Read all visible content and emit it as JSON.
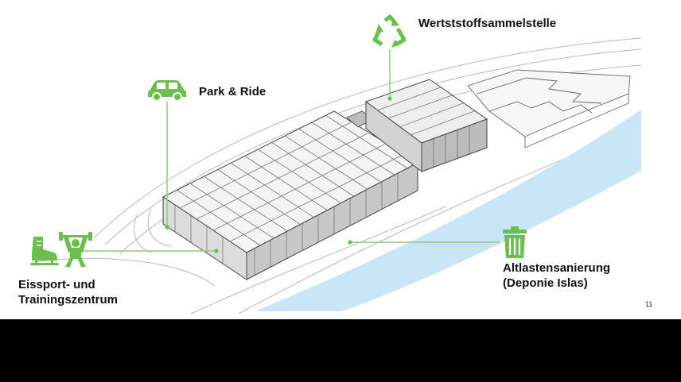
{
  "labels": {
    "recycling": "Wertststoffsammelstelle",
    "park_ride": "Park & Ride",
    "sport_line1": "Eissport- und",
    "sport_line2": "Trainingszentrum",
    "landfill_line1": "Altlastensanierung",
    "landfill_line2": "(Deponie Islas)"
  },
  "page_number": "11",
  "icons": [
    "recycle-icon",
    "car-icon",
    "ice-skate-icon",
    "weightlifter-icon",
    "trash-can-icon"
  ],
  "colors": {
    "accent_green": "#6bbf4e",
    "river_blue": "#c9e6f6",
    "line_gray": "#9a9a9a",
    "bottom_bar": "#000000"
  }
}
